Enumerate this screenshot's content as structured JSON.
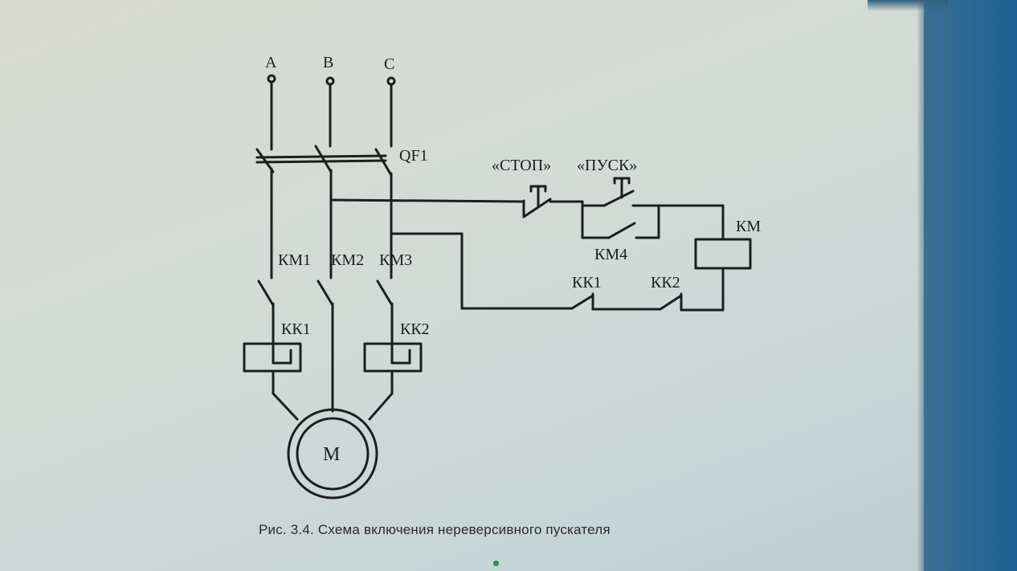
{
  "diagram": {
    "phases": {
      "a": "A",
      "b": "B",
      "c": "C"
    },
    "breaker": "QF1",
    "buttons": {
      "stop": "«СТОП»",
      "start": "«ПУСК»"
    },
    "contactor_coil": "КМ",
    "aux_contact": "КМ4",
    "main_contacts": {
      "km1": "КМ1",
      "km2": "КМ2",
      "km3": "КМ3"
    },
    "thermal_relays": {
      "power_kk1": "КК1",
      "power_kk2": "КК2",
      "control_kk1": "КК1",
      "control_kk2": "КК2"
    },
    "motor": "М"
  },
  "caption": "Рис. 3.4. Схема включения нереверсивного пускателя",
  "colors": {
    "ink": "#1d1d1f",
    "screen": "#d4dbd6",
    "bezel": "#2f6a96"
  }
}
